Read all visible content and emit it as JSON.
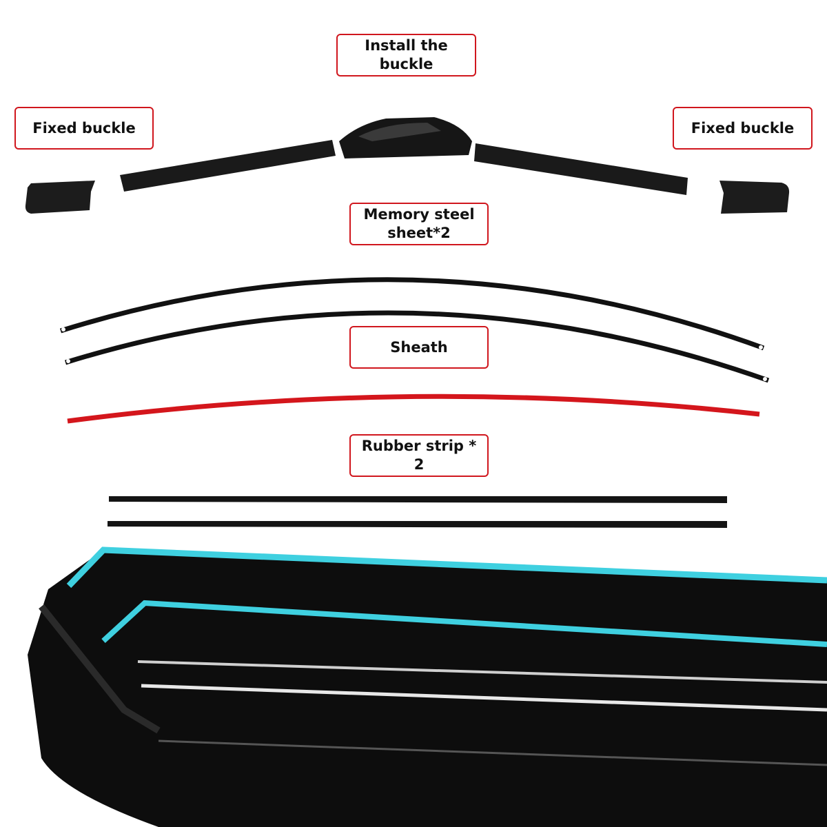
{
  "labels": {
    "install_buckle": "Install the buckle",
    "fixed_buckle_left": "Fixed buckle",
    "fixed_buckle_right": "Fixed buckle",
    "memory_steel": "Memory steel sheet*2",
    "sheath": "Sheath",
    "rubber_strip": "Rubber strip * 2"
  },
  "colors": {
    "label_border": "#d0161d",
    "sheath": "#d4161c",
    "rubber_edge_highlight": "#3fd0e0",
    "parts": "#141414"
  }
}
